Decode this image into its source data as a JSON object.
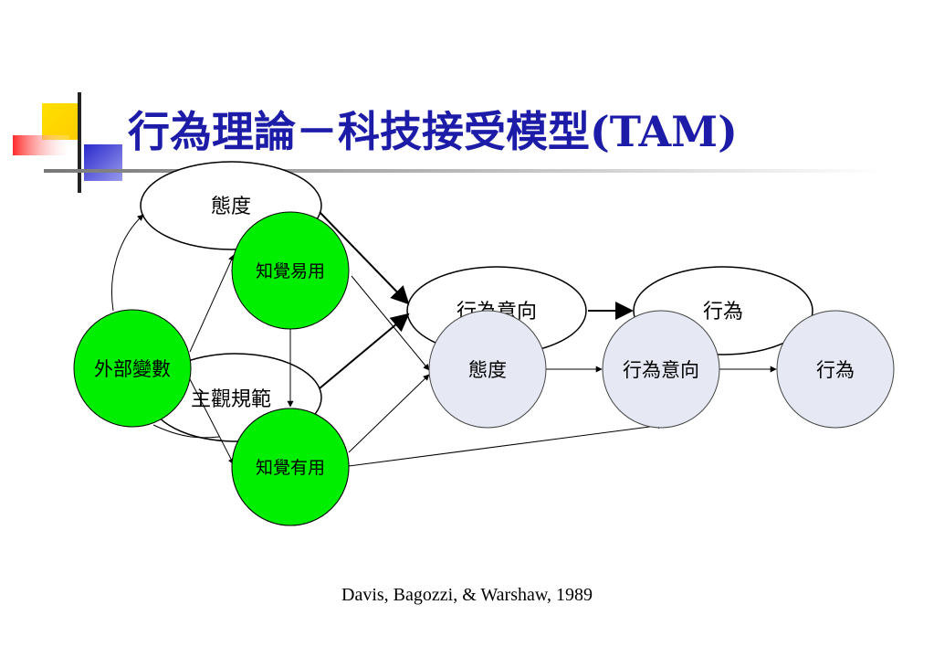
{
  "title": "行為理論－科技接受模型(TAM)",
  "citation": "Davis, Bagozzi, &  Warshaw, 1989",
  "colors": {
    "title": "#1c1ca8",
    "green_node": "#00ee00",
    "blue_node": "#e6e9f4",
    "deco_yellow": "#ffcc00",
    "deco_red": "#ff3333",
    "deco_blue": "#3333cc"
  },
  "diagram": {
    "background_ellipses": {
      "attitude": "態度",
      "subjective_norm": "主觀規範",
      "intention": "行為意向",
      "behavior": "行為"
    },
    "nodes": {
      "external_variables": "外部變數",
      "perceived_ease_of_use": "知覺易用",
      "perceived_usefulness": "知覺有用",
      "attitude": "態度",
      "behavioral_intention": "行為意向",
      "behavior": "行為"
    }
  }
}
